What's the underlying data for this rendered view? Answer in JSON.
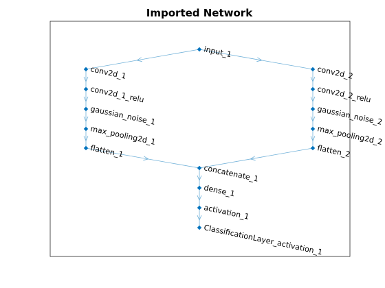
{
  "title": "Imported Network",
  "colors": {
    "node": "#0072bd",
    "edge": "#6fb0d8",
    "axes": "#262626",
    "background": "#ffffff"
  },
  "nodes": [
    {
      "id": "input_1",
      "label": "input_1"
    },
    {
      "id": "conv2d_1",
      "label": "conv2d_1"
    },
    {
      "id": "conv2d_1_relu",
      "label": "conv2d_1_relu"
    },
    {
      "id": "gaussian_noise_1",
      "label": "gaussian_noise_1"
    },
    {
      "id": "max_pooling2d_1",
      "label": "max_pooling2d_1"
    },
    {
      "id": "flatten_1",
      "label": "flatten_1"
    },
    {
      "id": "conv2d_2",
      "label": "conv2d_2"
    },
    {
      "id": "conv2d_2_relu",
      "label": "conv2d_2_relu"
    },
    {
      "id": "gaussian_noise_2",
      "label": "gaussian_noise_2"
    },
    {
      "id": "max_pooling2d_2",
      "label": "max_pooling2d_2"
    },
    {
      "id": "flatten_2",
      "label": "flatten_2"
    },
    {
      "id": "concatenate_1",
      "label": "concatenate_1"
    },
    {
      "id": "dense_1",
      "label": "dense_1"
    },
    {
      "id": "activation_1",
      "label": "activation_1"
    },
    {
      "id": "ClassificationLayer_activation_1",
      "label": "ClassificationLayer_activation_1"
    }
  ],
  "edges": [
    [
      "input_1",
      "conv2d_1"
    ],
    [
      "input_1",
      "conv2d_2"
    ],
    [
      "conv2d_1",
      "conv2d_1_relu"
    ],
    [
      "conv2d_1_relu",
      "gaussian_noise_1"
    ],
    [
      "gaussian_noise_1",
      "max_pooling2d_1"
    ],
    [
      "max_pooling2d_1",
      "flatten_1"
    ],
    [
      "conv2d_2",
      "conv2d_2_relu"
    ],
    [
      "conv2d_2_relu",
      "gaussian_noise_2"
    ],
    [
      "gaussian_noise_2",
      "max_pooling2d_2"
    ],
    [
      "max_pooling2d_2",
      "flatten_2"
    ],
    [
      "flatten_1",
      "concatenate_1"
    ],
    [
      "flatten_2",
      "concatenate_1"
    ],
    [
      "concatenate_1",
      "dense_1"
    ],
    [
      "dense_1",
      "activation_1"
    ],
    [
      "activation_1",
      "ClassificationLayer_activation_1"
    ]
  ]
}
